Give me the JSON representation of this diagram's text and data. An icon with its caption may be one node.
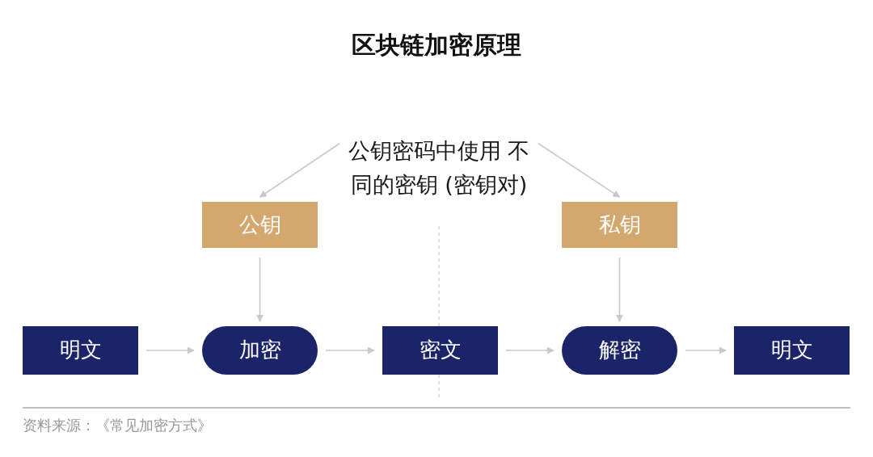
{
  "diagram": {
    "title": "区块链加密原理",
    "nodes": [
      {
        "text": [
          "公钥密码中使用 不同的密钥 (密钥对)"
        ]
      },
      {
        "text": [
          "公钥"
        ]
      },
      {
        "text": [
          "私钥"
        ]
      },
      {
        "text": [
          "明文"
        ]
      },
      {
        "text": [
          "加密"
        ]
      },
      {
        "text": [
          "密文"
        ]
      },
      {
        "text": [
          "解密"
        ]
      },
      {
        "text": [
          "明文"
        ]
      }
    ],
    "edges": [
      {
        "from": 0,
        "to": 1,
        "arrow": "to"
      },
      {
        "from": 0,
        "to": 2,
        "arrow": "to"
      },
      {
        "from": 1,
        "to": 4,
        "arrow": "to"
      },
      {
        "from": 2,
        "to": 6,
        "arrow": "to"
      },
      {
        "from": 3,
        "to": 4,
        "arrow": "to"
      },
      {
        "from": 4,
        "to": 5,
        "arrow": "to"
      },
      {
        "from": 5,
        "to": 6,
        "arrow": "to"
      },
      {
        "from": 6,
        "to": 7,
        "arrow": "to"
      }
    ],
    "labels": [
      "资料来源：《常见加密方式》"
    ]
  }
}
